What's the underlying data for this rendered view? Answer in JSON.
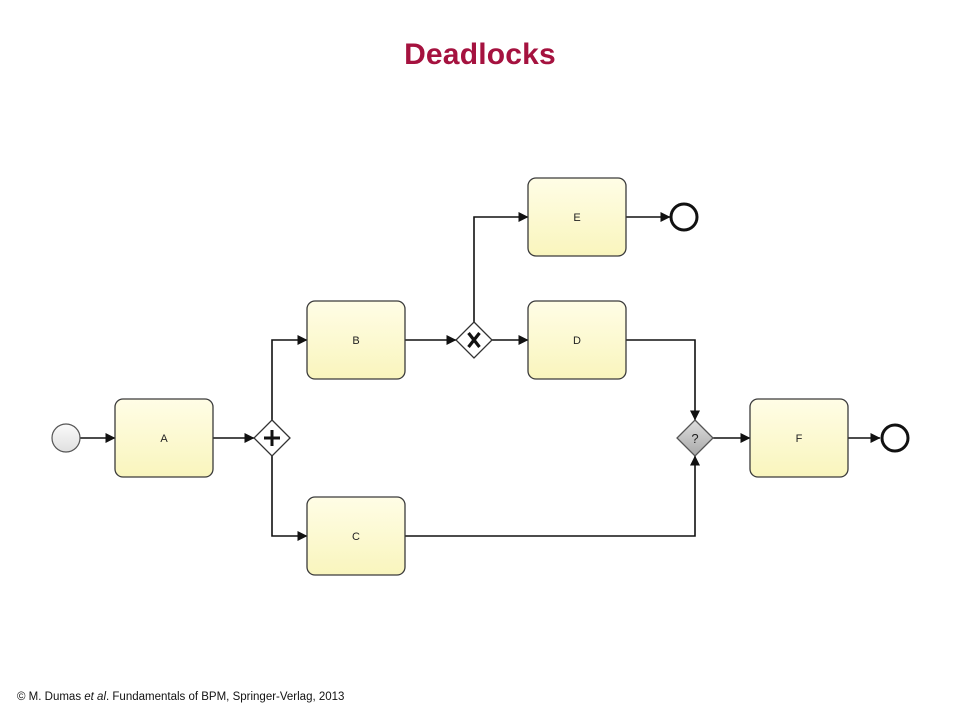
{
  "slide": {
    "title": "Deadlocks",
    "title_color": "#a5123f"
  },
  "footer": {
    "prefix": "© M. Dumas ",
    "italic": "et al",
    "suffix": ". Fundamentals of BPM, Springer-Verlag, 2013"
  },
  "diagram": {
    "tasks": {
      "a": "A",
      "b": "B",
      "c": "C",
      "d": "D",
      "e": "E",
      "f": "F"
    },
    "gateways": {
      "parallel_split": "+",
      "xor_split": "X",
      "unknown_join": "?"
    },
    "colors": {
      "task_fill": "#fdfbd0",
      "task_stroke": "#3b3b3b",
      "gateway_fill": "#ffffff",
      "unknown_gateway_fill": "#bdbdbd"
    }
  }
}
